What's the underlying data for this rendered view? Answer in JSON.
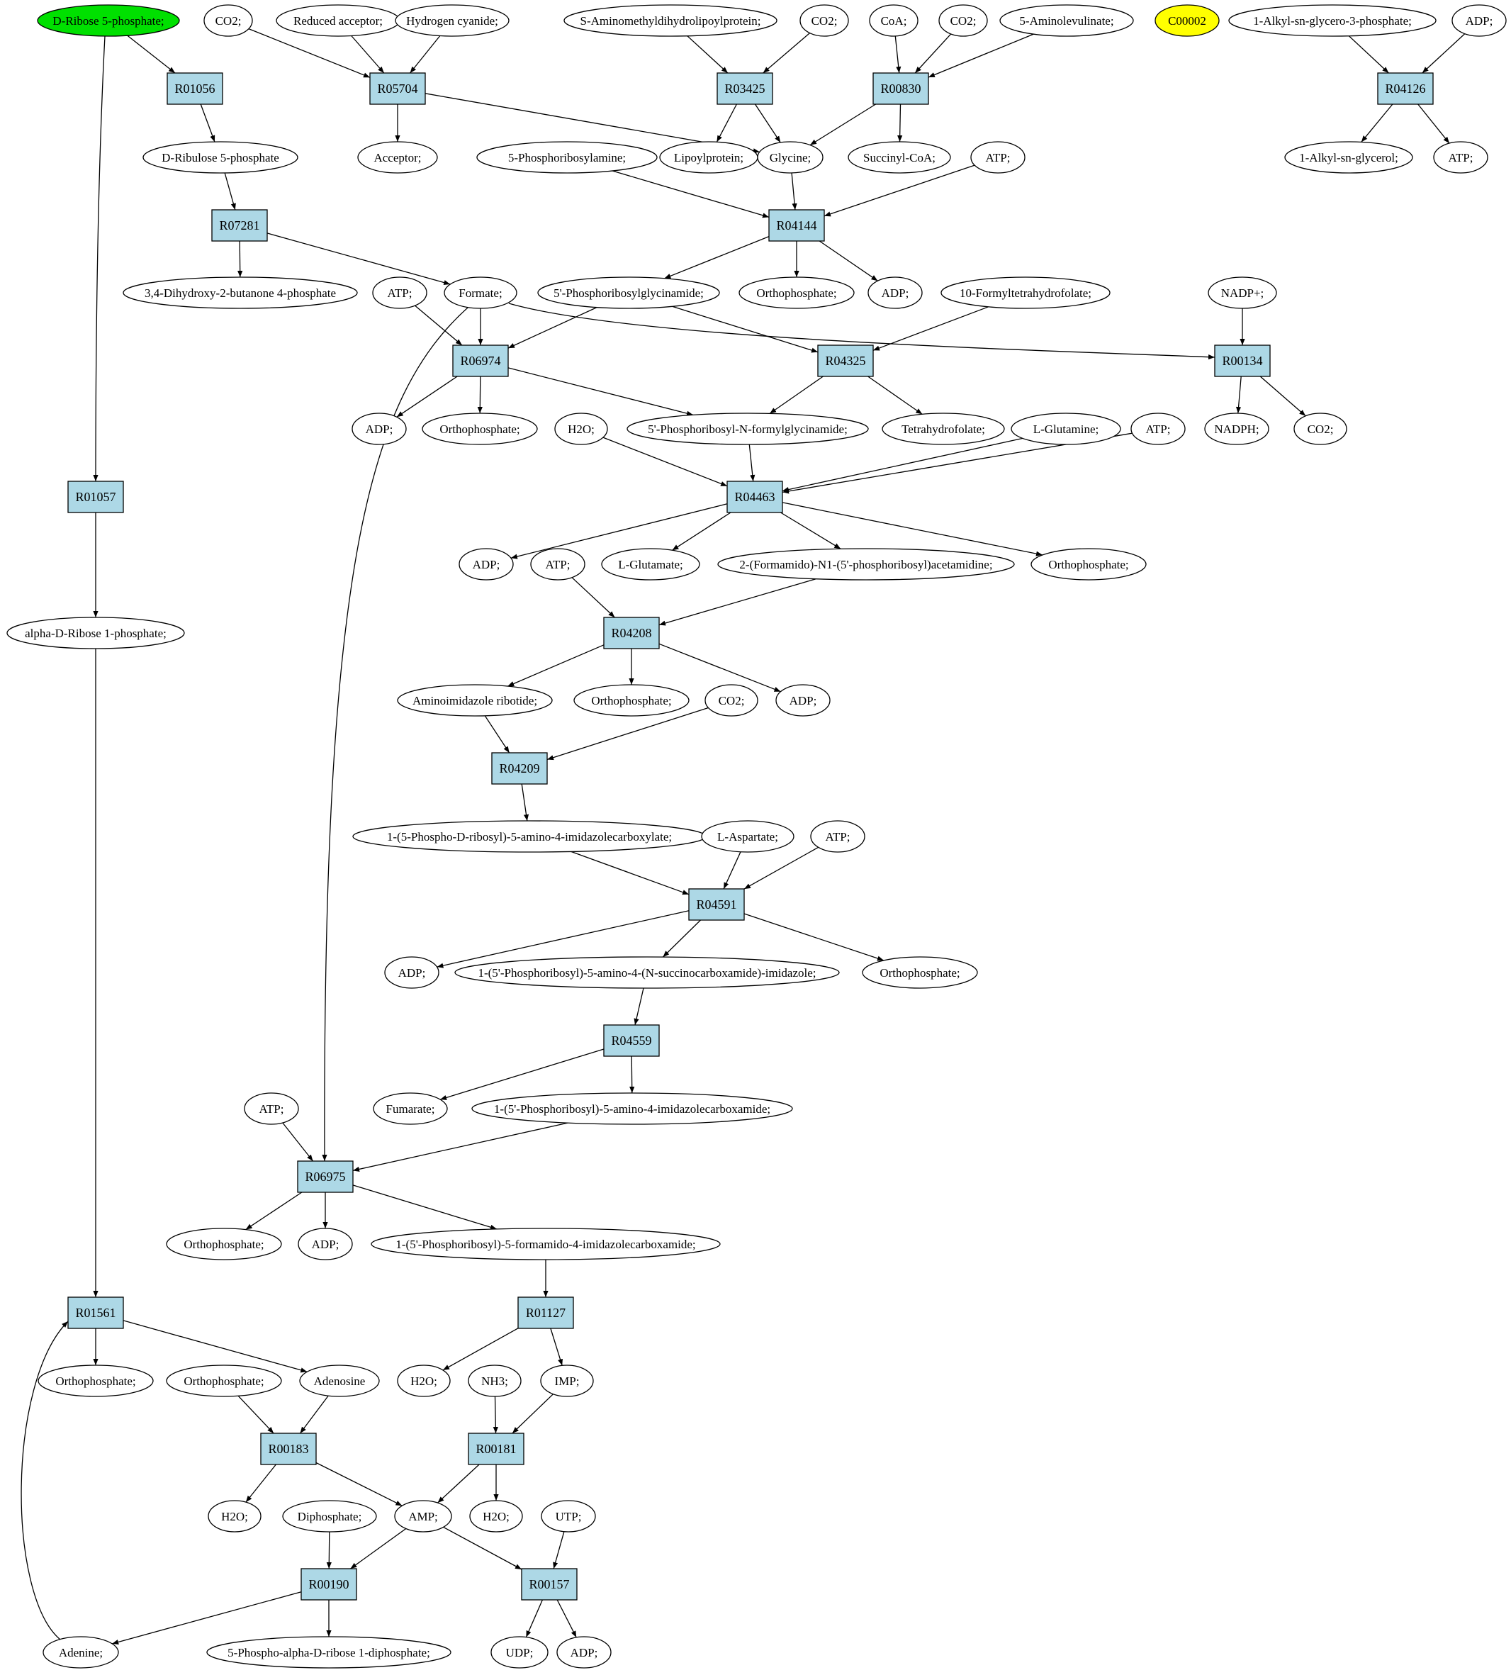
{
  "colors": {
    "reaction_fill": "#add8e6",
    "compound_fill": "#ffffff",
    "source_fill": "#00e000",
    "highlight_fill": "#ffff00",
    "stroke": "#000000"
  },
  "compounds": [
    {
      "id": "c_d_ribose5p",
      "label": "D-Ribose 5-phosphate;",
      "style": "source"
    },
    {
      "id": "c_co2_a",
      "label": "CO2;"
    },
    {
      "id": "c_red_acceptor",
      "label": "Reduced acceptor;"
    },
    {
      "id": "c_hcn",
      "label": "Hydrogen cyanide;"
    },
    {
      "id": "c_s_amino",
      "label": "S-Aminomethyldihydrolipoylprotein;"
    },
    {
      "id": "c_co2_b",
      "label": "CO2;"
    },
    {
      "id": "c_coa",
      "label": "CoA;"
    },
    {
      "id": "c_co2_c",
      "label": "CO2;"
    },
    {
      "id": "c_5_amlev",
      "label": "5-Aminolevulinate;"
    },
    {
      "id": "c_c00002",
      "label": "C00002",
      "style": "highlight"
    },
    {
      "id": "c_alkyl_g3p",
      "label": "1-Alkyl-sn-glycero-3-phosphate;"
    },
    {
      "id": "c_adp_top",
      "label": "ADP;"
    },
    {
      "id": "c_d_ribulose5p",
      "label": "D-Ribulose 5-phosphate"
    },
    {
      "id": "c_acceptor",
      "label": "Acceptor;"
    },
    {
      "id": "c_5_pra",
      "label": "5-Phosphoribosylamine;"
    },
    {
      "id": "c_lipoylprotein",
      "label": "Lipoylprotein;"
    },
    {
      "id": "c_glycine",
      "label": "Glycine;"
    },
    {
      "id": "c_succinyl_coa",
      "label": "Succinyl-CoA;"
    },
    {
      "id": "c_atp_r04144",
      "label": "ATP;"
    },
    {
      "id": "c_alkyl_glycerol",
      "label": "1-Alkyl-sn-glycerol;"
    },
    {
      "id": "c_atp_r04126",
      "label": "ATP;"
    },
    {
      "id": "c_dhbp",
      "label": "3,4-Dihydroxy-2-butanone 4-phosphate"
    },
    {
      "id": "c_atp_r06974",
      "label": "ATP;"
    },
    {
      "id": "c_formate",
      "label": "Formate;"
    },
    {
      "id": "c_gar",
      "label": "5'-Phosphoribosylglycinamide;"
    },
    {
      "id": "c_pi_r04144",
      "label": "Orthophosphate;"
    },
    {
      "id": "c_adp_r04144",
      "label": "ADP;"
    },
    {
      "id": "c_10_fthf",
      "label": "10-Formyltetrahydrofolate;"
    },
    {
      "id": "c_nadp",
      "label": "NADP+;"
    },
    {
      "id": "c_adp_r06974",
      "label": "ADP;"
    },
    {
      "id": "c_pi_r06974",
      "label": "Orthophosphate;"
    },
    {
      "id": "c_h2o_r04463",
      "label": "H2O;"
    },
    {
      "id": "c_fgar",
      "label": "5'-Phosphoribosyl-N-formylglycinamide;"
    },
    {
      "id": "c_thf",
      "label": "Tetrahydrofolate;"
    },
    {
      "id": "c_l_gln",
      "label": "L-Glutamine;"
    },
    {
      "id": "c_atp_r04463",
      "label": "ATP;"
    },
    {
      "id": "c_nadph",
      "label": "NADPH;"
    },
    {
      "id": "c_co2_r00134",
      "label": "CO2;"
    },
    {
      "id": "c_adp_r04463",
      "label": "ADP;"
    },
    {
      "id": "c_atp_r04208",
      "label": "ATP;"
    },
    {
      "id": "c_l_glu",
      "label": "L-Glutamate;"
    },
    {
      "id": "c_fgam",
      "label": "2-(Formamido)-N1-(5'-phosphoribosyl)acetamidine;"
    },
    {
      "id": "c_pi_r04463",
      "label": "Orthophosphate;"
    },
    {
      "id": "c_alpha_r1p",
      "label": "alpha-D-Ribose 1-phosphate;"
    },
    {
      "id": "c_air",
      "label": "Aminoimidazole ribotide;"
    },
    {
      "id": "c_pi_r04208",
      "label": "Orthophosphate;"
    },
    {
      "id": "c_co2_r04209",
      "label": "CO2;"
    },
    {
      "id": "c_adp_r04208",
      "label": "ADP;"
    },
    {
      "id": "c_cair",
      "label": "1-(5-Phospho-D-ribosyl)-5-amino-4-imidazolecarboxylate;"
    },
    {
      "id": "c_l_asp",
      "label": "L-Aspartate;"
    },
    {
      "id": "c_atp_r04591",
      "label": "ATP;"
    },
    {
      "id": "c_adp_r04591",
      "label": "ADP;"
    },
    {
      "id": "c_saicar",
      "label": "1-(5'-Phosphoribosyl)-5-amino-4-(N-succinocarboxamide)-imidazole;"
    },
    {
      "id": "c_pi_r04591",
      "label": "Orthophosphate;"
    },
    {
      "id": "c_fumarate",
      "label": "Fumarate;"
    },
    {
      "id": "c_aicar",
      "label": "1-(5'-Phosphoribosyl)-5-amino-4-imidazolecarboxamide;"
    },
    {
      "id": "c_atp_r06975",
      "label": "ATP;"
    },
    {
      "id": "c_pi_r06975",
      "label": "Orthophosphate;"
    },
    {
      "id": "c_adp_r06975",
      "label": "ADP;"
    },
    {
      "id": "c_faicar",
      "label": "1-(5'-Phosphoribosyl)-5-formamido-4-imidazolecarboxamide;"
    },
    {
      "id": "c_pi_r01561",
      "label": "Orthophosphate;"
    },
    {
      "id": "c_pi_r00183",
      "label": "Orthophosphate;"
    },
    {
      "id": "c_adenosine",
      "label": "Adenosine"
    },
    {
      "id": "c_h2o_r01127",
      "label": "H2O;"
    },
    {
      "id": "c_nh3",
      "label": "NH3;"
    },
    {
      "id": "c_imp",
      "label": "IMP;"
    },
    {
      "id": "c_h2o_r00183",
      "label": "H2O;"
    },
    {
      "id": "c_diphosphate",
      "label": "Diphosphate;"
    },
    {
      "id": "c_amp",
      "label": "AMP;"
    },
    {
      "id": "c_h2o_r00181",
      "label": "H2O;"
    },
    {
      "id": "c_utp",
      "label": "UTP;"
    },
    {
      "id": "c_adenine",
      "label": "Adenine;"
    },
    {
      "id": "c_prpp",
      "label": "5-Phospho-alpha-D-ribose 1-diphosphate;"
    },
    {
      "id": "c_udp",
      "label": "UDP;"
    },
    {
      "id": "c_adp_r00157",
      "label": "ADP;"
    }
  ],
  "reactions": [
    {
      "id": "r01056",
      "label": "R01056"
    },
    {
      "id": "r05704",
      "label": "R05704"
    },
    {
      "id": "r03425",
      "label": "R03425"
    },
    {
      "id": "r00830",
      "label": "R00830"
    },
    {
      "id": "r04126",
      "label": "R04126"
    },
    {
      "id": "r07281",
      "label": "R07281"
    },
    {
      "id": "r04144",
      "label": "R04144"
    },
    {
      "id": "r06974",
      "label": "R06974"
    },
    {
      "id": "r04325",
      "label": "R04325"
    },
    {
      "id": "r00134",
      "label": "R00134"
    },
    {
      "id": "r01057",
      "label": "R01057"
    },
    {
      "id": "r04463",
      "label": "R04463"
    },
    {
      "id": "r04208",
      "label": "R04208"
    },
    {
      "id": "r04209",
      "label": "R04209"
    },
    {
      "id": "r04591",
      "label": "R04591"
    },
    {
      "id": "r04559",
      "label": "R04559"
    },
    {
      "id": "r06975",
      "label": "R06975"
    },
    {
      "id": "r01127",
      "label": "R01127"
    },
    {
      "id": "r01561",
      "label": "R01561"
    },
    {
      "id": "r00183",
      "label": "R00183"
    },
    {
      "id": "r00181",
      "label": "R00181"
    },
    {
      "id": "r00190",
      "label": "R00190"
    },
    {
      "id": "r00157",
      "label": "R00157"
    }
  ],
  "edges": [
    {
      "from": "c_d_ribose5p",
      "to": "r01056"
    },
    {
      "from": "c_d_ribose5p",
      "to": "r01057"
    },
    {
      "from": "r01056",
      "to": "c_d_ribulose5p"
    },
    {
      "from": "c_d_ribulose5p",
      "to": "r07281"
    },
    {
      "from": "r07281",
      "to": "c_dhbp"
    },
    {
      "from": "r07281",
      "to": "c_formate"
    },
    {
      "from": "c_co2_a",
      "to": "r05704"
    },
    {
      "from": "c_red_acceptor",
      "to": "r05704"
    },
    {
      "from": "c_hcn",
      "to": "r05704"
    },
    {
      "from": "r05704",
      "to": "c_acceptor"
    },
    {
      "from": "r05704",
      "to": "c_glycine"
    },
    {
      "from": "c_s_amino",
      "to": "r03425"
    },
    {
      "from": "c_co2_b",
      "to": "r03425"
    },
    {
      "from": "r03425",
      "to": "c_lipoylprotein"
    },
    {
      "from": "r03425",
      "to": "c_glycine"
    },
    {
      "from": "c_coa",
      "to": "r00830"
    },
    {
      "from": "c_co2_c",
      "to": "r00830"
    },
    {
      "from": "c_5_amlev",
      "to": "r00830"
    },
    {
      "from": "r00830",
      "to": "c_glycine"
    },
    {
      "from": "r00830",
      "to": "c_succinyl_coa"
    },
    {
      "from": "c_alkyl_g3p",
      "to": "r04126"
    },
    {
      "from": "c_adp_top",
      "to": "r04126"
    },
    {
      "from": "r04126",
      "to": "c_alkyl_glycerol"
    },
    {
      "from": "r04126",
      "to": "c_atp_r04126"
    },
    {
      "from": "c_5_pra",
      "to": "r04144"
    },
    {
      "from": "c_glycine",
      "to": "r04144"
    },
    {
      "from": "c_atp_r04144",
      "to": "r04144"
    },
    {
      "from": "r04144",
      "to": "c_gar"
    },
    {
      "from": "r04144",
      "to": "c_pi_r04144"
    },
    {
      "from": "r04144",
      "to": "c_adp_r04144"
    },
    {
      "from": "c_atp_r06974",
      "to": "r06974"
    },
    {
      "from": "c_formate",
      "to": "r06974"
    },
    {
      "from": "c_gar",
      "to": "r06974"
    },
    {
      "from": "c_formate",
      "to": "r06975"
    },
    {
      "from": "c_formate",
      "to": "r00134"
    },
    {
      "from": "c_gar",
      "to": "r04325"
    },
    {
      "from": "c_10_fthf",
      "to": "r04325"
    },
    {
      "from": "c_nadp",
      "to": "r00134"
    },
    {
      "from": "r06974",
      "to": "c_adp_r06974"
    },
    {
      "from": "r06974",
      "to": "c_pi_r06974"
    },
    {
      "from": "r06974",
      "to": "c_fgar"
    },
    {
      "from": "r04325",
      "to": "c_fgar"
    },
    {
      "from": "r04325",
      "to": "c_thf"
    },
    {
      "from": "r00134",
      "to": "c_nadph"
    },
    {
      "from": "r00134",
      "to": "c_co2_r00134"
    },
    {
      "from": "c_h2o_r04463",
      "to": "r04463"
    },
    {
      "from": "c_fgar",
      "to": "r04463"
    },
    {
      "from": "c_l_gln",
      "to": "r04463"
    },
    {
      "from": "c_atp_r04463",
      "to": "r04463"
    },
    {
      "from": "r04463",
      "to": "c_adp_r04463"
    },
    {
      "from": "r04463",
      "to": "c_l_glu"
    },
    {
      "from": "r04463",
      "to": "c_fgam"
    },
    {
      "from": "r04463",
      "to": "c_pi_r04463"
    },
    {
      "from": "r01057",
      "to": "c_alpha_r1p"
    },
    {
      "from": "c_atp_r04208",
      "to": "r04208"
    },
    {
      "from": "c_fgam",
      "to": "r04208"
    },
    {
      "from": "r04208",
      "to": "c_air"
    },
    {
      "from": "r04208",
      "to": "c_pi_r04208"
    },
    {
      "from": "r04208",
      "to": "c_adp_r04208"
    },
    {
      "from": "c_air",
      "to": "r04209"
    },
    {
      "from": "c_co2_r04209",
      "to": "r04209"
    },
    {
      "from": "r04209",
      "to": "c_cair"
    },
    {
      "from": "c_cair",
      "to": "r04591"
    },
    {
      "from": "c_l_asp",
      "to": "r04591"
    },
    {
      "from": "c_atp_r04591",
      "to": "r04591"
    },
    {
      "from": "r04591",
      "to": "c_adp_r04591"
    },
    {
      "from": "r04591",
      "to": "c_saicar"
    },
    {
      "from": "r04591",
      "to": "c_pi_r04591"
    },
    {
      "from": "c_saicar",
      "to": "r04559"
    },
    {
      "from": "r04559",
      "to": "c_fumarate"
    },
    {
      "from": "r04559",
      "to": "c_aicar"
    },
    {
      "from": "c_atp_r06975",
      "to": "r06975"
    },
    {
      "from": "c_aicar",
      "to": "r06975"
    },
    {
      "from": "r06975",
      "to": "c_pi_r06975"
    },
    {
      "from": "r06975",
      "to": "c_adp_r06975"
    },
    {
      "from": "r06975",
      "to": "c_faicar"
    },
    {
      "from": "c_faicar",
      "to": "r01127"
    },
    {
      "from": "c_alpha_r1p",
      "to": "r01561"
    },
    {
      "from": "c_adenine",
      "to": "r01561"
    },
    {
      "from": "r01561",
      "to": "c_pi_r01561"
    },
    {
      "from": "r01561",
      "to": "c_adenosine"
    },
    {
      "from": "r01127",
      "to": "c_h2o_r01127"
    },
    {
      "from": "r01127",
      "to": "c_imp"
    },
    {
      "from": "c_pi_r00183",
      "to": "r00183"
    },
    {
      "from": "c_adenosine",
      "to": "r00183"
    },
    {
      "from": "c_nh3",
      "to": "r00181"
    },
    {
      "from": "c_imp",
      "to": "r00181"
    },
    {
      "from": "r00183",
      "to": "c_h2o_r00183"
    },
    {
      "from": "r00183",
      "to": "c_amp"
    },
    {
      "from": "r00181",
      "to": "c_amp"
    },
    {
      "from": "r00181",
      "to": "c_h2o_r00181"
    },
    {
      "from": "c_diphosphate",
      "to": "r00190"
    },
    {
      "from": "c_amp",
      "to": "r00190"
    },
    {
      "from": "c_amp",
      "to": "r00157"
    },
    {
      "from": "c_utp",
      "to": "r00157"
    },
    {
      "from": "r00190",
      "to": "c_adenine"
    },
    {
      "from": "r00190",
      "to": "c_prpp"
    },
    {
      "from": "r00157",
      "to": "c_udp"
    },
    {
      "from": "r00157",
      "to": "c_adp_r00157"
    }
  ]
}
